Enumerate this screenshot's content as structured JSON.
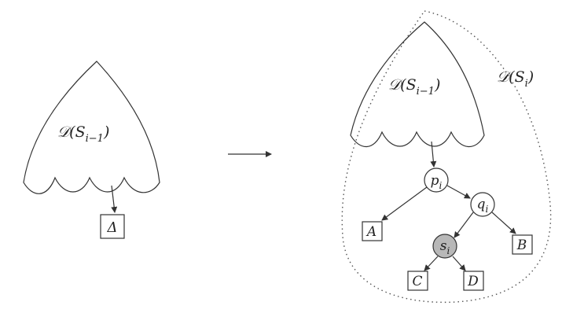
{
  "left": {
    "structure_label": "D(S_{i-1})",
    "leaf_label": "Δ"
  },
  "right": {
    "outer_label": "D(S_i)",
    "inner_label": "D(S_{i-1})",
    "nodes": {
      "p": "p_i",
      "q": "q_i",
      "s": "s_i"
    },
    "leaves": {
      "A": "A",
      "B": "B",
      "C": "C",
      "D": "D"
    }
  },
  "colors": {
    "ink": "#333333",
    "shaded_node": "#b8b8b8"
  }
}
